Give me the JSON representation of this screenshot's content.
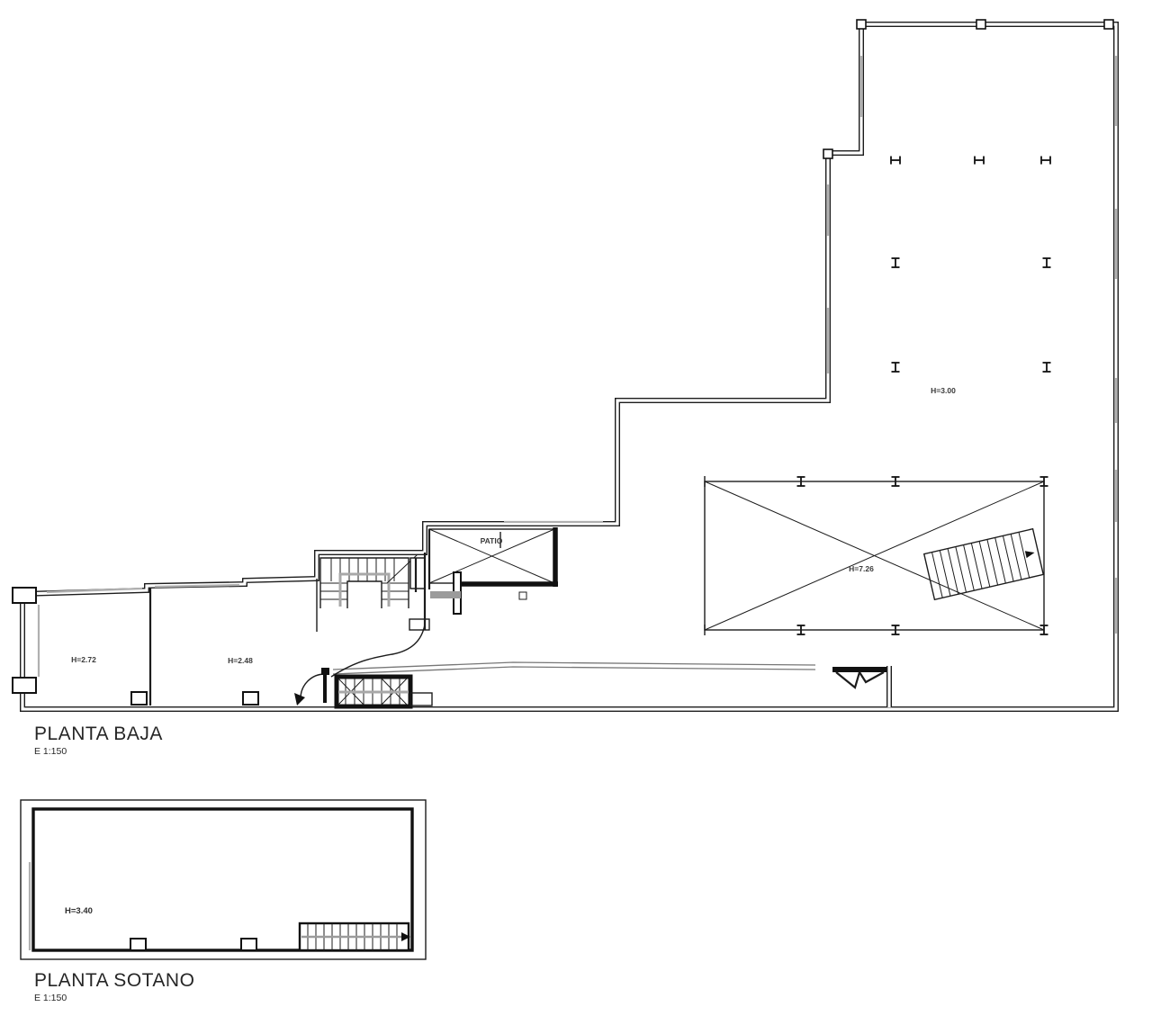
{
  "drawing": {
    "background": "#ffffff",
    "ink": "#1c1c1c",
    "gray": "#b0b0b0"
  },
  "baja": {
    "title": "PLANTA BAJA",
    "scale": "E 1:150",
    "labels": {
      "room_left_height": "H=2.72",
      "room_right_height": "H=2.48",
      "patio": "PATIO",
      "hall_height": "H=7.26",
      "nave_height": "H=3.00"
    }
  },
  "sotano": {
    "title": "PLANTA SOTANO",
    "scale": "E 1:150",
    "labels": {
      "height": "H=3.40"
    }
  }
}
